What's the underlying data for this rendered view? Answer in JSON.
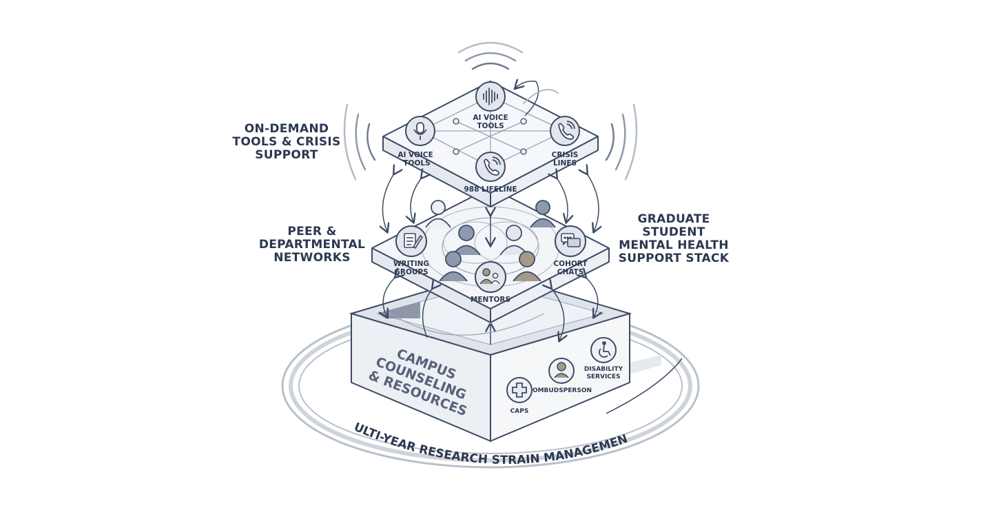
{
  "title": "GRADUATE STUDENT MENTAL HEALTH SUPPORT STACK",
  "labels": {
    "top_layer": "ON-DEMAND TOOLS & CRISIS SUPPORT",
    "middle_layer": "PEER & DEPARTMENTAL NETWORKS",
    "stack_title": "GRADUATE STUDENT MENTAL HEALTH SUPPORT STACK",
    "base_layer": "CAMPUS COUNSELING & RESOURCES",
    "ring": "MULTI-YEAR RESEARCH STRAIN MANAGEMENT"
  },
  "top_nodes": {
    "ai_voice_tools_top": "AI VOICE TOOLS",
    "ai_voice_tools_left": "AI VOICE TOOLS",
    "crisis_lines": "CRISIS LINES",
    "lifeline": "988 LIFELINE"
  },
  "middle_nodes": {
    "writing_groups": "WRITING GROUPS",
    "cohort_chats": "COHORT CHATS",
    "mentors": "MENTORS"
  },
  "base_nodes": {
    "caps": "CAPS",
    "ombudsperson": "OMBUDSPERSON",
    "disability_services": "DISABILITY SERVICES"
  },
  "icons": [
    "waveform-icon",
    "microphone-icon",
    "phone-icon",
    "phone-icon",
    "document-pen-icon",
    "chat-bubbles-icon",
    "person-icon",
    "plus-icon",
    "wheelchair-icon"
  ],
  "colors": {
    "ink": "#2b3850",
    "stroke": "#3c4a63",
    "panel": "#f3f5f9",
    "accent_person": "#a59a88",
    "muted_person": "#8d99ad"
  }
}
